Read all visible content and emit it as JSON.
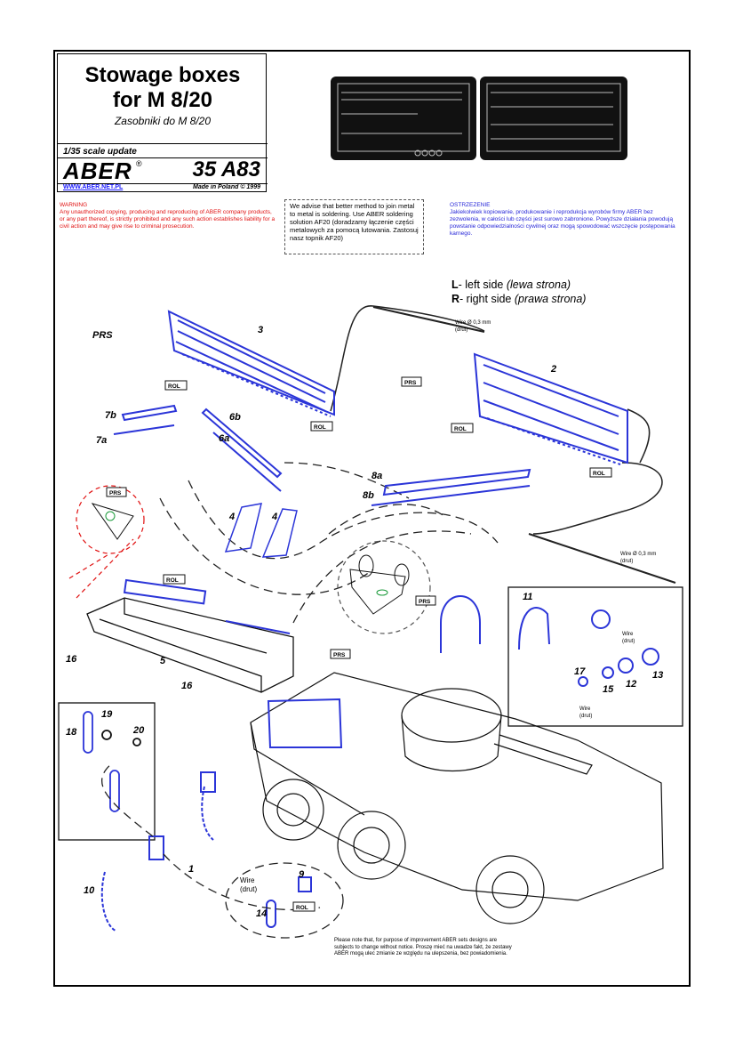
{
  "header": {
    "title_line1": "Stowage boxes",
    "title_line2": "for M 8/20",
    "subtitle": "Zasobniki do M 8/20",
    "scale": "1/35 scale update",
    "brand": "ABER",
    "registered": "®",
    "code": "35 A83",
    "website": "WWW.ABER.NET.PL",
    "made_in": "Made in Poland © 1999"
  },
  "warning": {
    "heading": "WARNING",
    "text": "Any unauthorized copying, producing and reproducing of ABER company products, or any part thereof, is strictly prohibited and any such action establishes liability for a civil action and may give rise to criminal prosecution."
  },
  "advice": {
    "text": "We advise that better method to join metal to metal is soldering. Use ABER soldering solution AF20 (doradzamy łączenie części metalowych za pomocą lutowania. Zastosuj nasz topnik AF20)"
  },
  "ostrzezenie": {
    "heading": "OSTRZEZENIE",
    "text": "Jakiekolwiek kopiowanie, produkowanie i reprodukcja wyrobów firmy ABER bez zezwolenia, w całości lub części jest surowo zabronione. Powyższe działania powodują powstanie odpowiedzialności cywilnej oraz mogą spowodować wszczęcie postępowania karnego."
  },
  "sides": {
    "left_code": "L",
    "left_text": "- left side ",
    "left_pl": "(lewa strona)",
    "right_code": "R",
    "right_text": "- right side ",
    "right_pl": "(prawa strona)"
  },
  "labels": {
    "prs": "PRS",
    "rol": "ROL",
    "wire": "Wire",
    "wire_pl": "(drut)",
    "wire_dia": "Wire Ø 0,3 mm",
    "part_1": "1",
    "part_2": "2",
    "part_3": "3",
    "part_4": "4",
    "part_5": "5",
    "part_6a": "6a",
    "part_6b": "6b",
    "part_7a": "7a",
    "part_7b": "7b",
    "part_8a": "8a",
    "part_8b": "8b",
    "part_9": "9",
    "part_10": "10",
    "part_11": "11",
    "part_12": "12",
    "part_13": "13",
    "part_14": "14",
    "part_15": "15",
    "part_16": "16",
    "part_17": "17",
    "part_18": "18",
    "part_19": "19",
    "part_20": "20"
  },
  "footer_note": "Please note that, for purpose of improvement ABER sets designs are subjects to change without notice. Proszę mieć na uwadze fakt, że zestawy ABER mogą ulec zmianie ze względu na ulepszenia, bez powiadomienia.",
  "colors": {
    "part_blue": "#2b35d8",
    "warning_red": "#e01010",
    "ostrz_blue": "#2727d8",
    "prs_green": "#1a9a3a"
  }
}
